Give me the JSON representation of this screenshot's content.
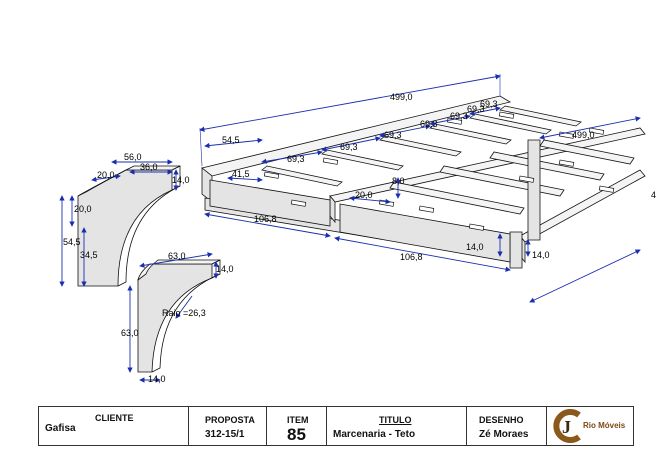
{
  "dimensions": {
    "overall_length": "499,0",
    "right_length": "499,0",
    "end_width": "54,5",
    "bay_1": "69,3",
    "bay_2": "69,3",
    "bay_3": "69,3",
    "bay_4": "69,3",
    "bay_5": "69,3",
    "bay_6": "69,3",
    "bay_7": "69,3",
    "slot_offset": "41,5",
    "panel_length_1": "106,8",
    "panel_length_2": "106,8",
    "panel_height": "8,0",
    "panel_depth": "20,0",
    "panel_thickness_1": "14,0",
    "panel_thickness_2": "14,0",
    "right_edge_partial": "4",
    "bracket_a_width": "56,0",
    "bracket_a_top": "36,0",
    "bracket_a_neck": "20,0",
    "bracket_a_side_top": "20,0",
    "bracket_a_height": "54,5",
    "bracket_a_lower": "34,5",
    "bracket_a_thickness": "14,0",
    "bracket_b_width": "63,0",
    "bracket_b_thickness": "14,0",
    "bracket_b_height": "63,0",
    "bracket_b_radius": "Raio =26,3",
    "bracket_b_base": "14,0"
  },
  "title_block": {
    "client_label": "CLIENTE",
    "client_value": "Gafisa",
    "proposal_label": "PROPOSTA",
    "proposal_value": "312-15/1",
    "item_label": "ITEM",
    "item_value": "85",
    "title_label": "TITULO",
    "title_value": "Marcenaria - Teto",
    "drawing_label": "DESENHO",
    "drawing_value": "Zé Moraes",
    "logo_letter": "J",
    "logo_text": "Rio Móveis"
  }
}
